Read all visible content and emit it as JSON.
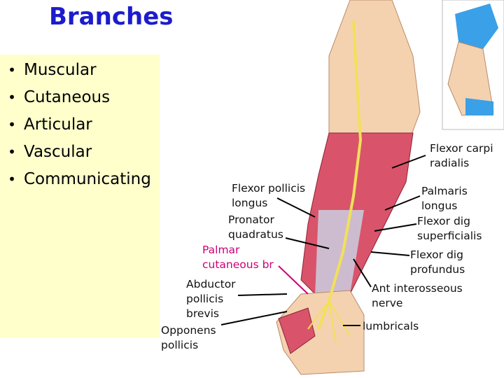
{
  "slide": {
    "title": "Branches",
    "bullets": [
      "Muscular",
      "Cutaneous",
      "Articular",
      "Vascular",
      "Communicating"
    ],
    "bullet_glyph": "•"
  },
  "illustration": {
    "labels": {
      "flexor_carpi_radialis": "Flexor carpi\nradialis",
      "palmaris_longus": "Palmaris\nlongus",
      "flexor_dig_superficialis": "Flexor dig\nsuperficialis",
      "flexor_dig_profundus": "Flexor dig\nprofundus",
      "ant_interosseous_nerve": "Ant interosseous\nnerve",
      "lumbricals": "lumbricals",
      "flexor_pollicis_longus": "Flexor pollicis\nlongus",
      "pronator_quadratus": "Pronator\nquadratus",
      "palmar_cutaneous_br": "Palmar\ncutaneous br",
      "abductor_pollicis_brevis": "Abductor\npollicis\nbrevis",
      "opponens_pollicis": "Opponens\npollicis"
    }
  },
  "colors": {
    "title": "#1c1ccc",
    "bullet_panel": "#ffffcc",
    "pink_label": "#cc0077",
    "muscle": "#d9546a",
    "nerve": "#f2e05a",
    "skin": "#f4d2b0",
    "hand_highlight": "#3aa0e8"
  }
}
